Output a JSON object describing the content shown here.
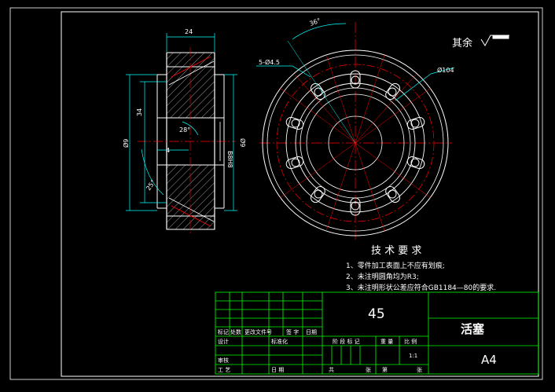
{
  "section_view": {
    "dim_width": "24",
    "dim_34": "34",
    "dim_outer_left": "Ø9",
    "dim_inner": "B8H8",
    "dim_outer_right": "Ø9",
    "dim_angle_28": "28°",
    "dim_4": "4",
    "dim_angle_25": "25°"
  },
  "front_view": {
    "dim_angle_36": "36°",
    "dim_holes": "5-Ø4.5",
    "dim_diameter": "Ø104"
  },
  "roughness_note": "其余",
  "tech_requirements": {
    "title": "技 术 要 求",
    "items": [
      "1、零件加工表面上不应有划痕;",
      "2、未注明圆角均为R3;",
      "3、未注明形状公差应符合GB1184—80的要求."
    ]
  },
  "title_block": {
    "material": "45",
    "part_name": "活塞",
    "sheet_size": "A4",
    "scale": "1:1",
    "row_labels": {
      "biaoji": "标记",
      "chushu": "处数",
      "wenjian": "更改文件号",
      "qianzi": "签 字",
      "riqi": "日期",
      "sheji": "设计",
      "biaozhunhua": "标准化",
      "shenhe": "审核",
      "gongyi": "工 艺",
      "pizhun": "日 期",
      "jieduan": "阶 段 标 记",
      "zhongliang": "重 量",
      "bili": "比 例",
      "gong": "共",
      "zhang": "张",
      "di": "第",
      "zhang2": "张"
    }
  },
  "colors": {
    "outline": "#ffffff",
    "centerline": "#ff0000",
    "dimension": "#00ffff",
    "hatch": "#ffffff",
    "border": "#00ff00",
    "titleblock": "#00ff00"
  }
}
